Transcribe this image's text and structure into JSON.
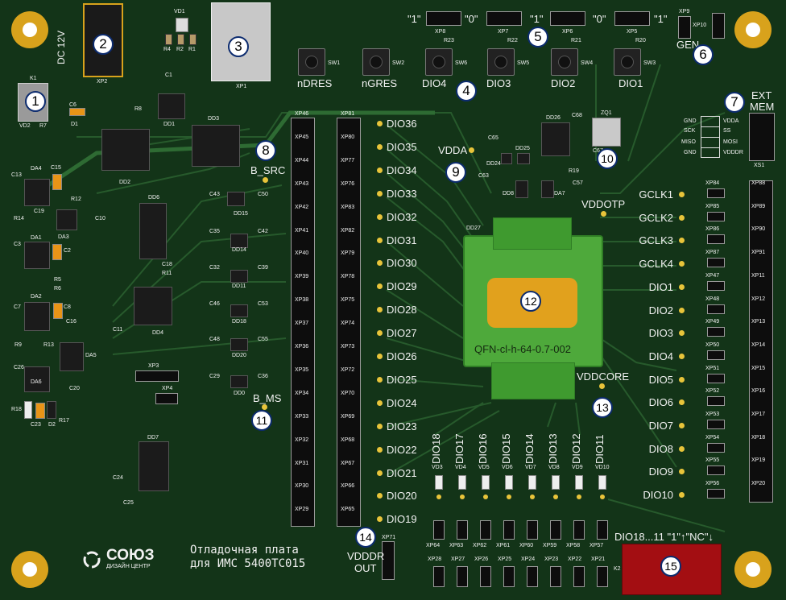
{
  "board": {
    "title_line1": "Отладочная плата",
    "title_line2": "для ИМС 5400ТС015",
    "brand": "СОЮЗ",
    "brand_sub": "ДИЗАЙН ЦЕНТР",
    "socket_label": "QFN-cl-h-64-0.7-002",
    "power_label": "DC 12V"
  },
  "callouts": [
    "1",
    "2",
    "3",
    "4",
    "5",
    "6",
    "7",
    "8",
    "9",
    "10",
    "11",
    "12",
    "13",
    "14",
    "15"
  ],
  "buttons": [
    {
      "name": "nDRES",
      "ref": "SW1"
    },
    {
      "name": "nGRES",
      "ref": "SW2"
    },
    {
      "name": "DIO4",
      "ref": "SW6"
    },
    {
      "name": "DIO3",
      "ref": "SW5"
    },
    {
      "name": "DIO2",
      "ref": "SW4"
    },
    {
      "name": "DIO1",
      "ref": "SW3"
    }
  ],
  "jumpers_top": [
    "\"1\"",
    "\"0\"",
    "\"1\"",
    "\"0\"",
    "\"1\""
  ],
  "jumper_refs": [
    "XP8",
    "XP7",
    "XP6",
    "XP5"
  ],
  "resistor_refs": [
    "R23",
    "R22",
    "R21",
    "R20"
  ],
  "left_dio": [
    "DIO36",
    "DIO35",
    "DIO34",
    "DIO33",
    "DIO32",
    "DIO31",
    "DIO30",
    "DIO29",
    "DIO28",
    "DIO27",
    "DIO26",
    "DIO25",
    "DIO24",
    "DIO23",
    "DIO22",
    "DIO21",
    "DIO20",
    "DIO19"
  ],
  "left_xp_a": [
    "XP46",
    "XP45",
    "XP44",
    "XP43",
    "XP42",
    "XP41",
    "XP40",
    "XP39",
    "XP38",
    "XP37",
    "XP36",
    "XP35",
    "XP34",
    "XP33",
    "XP32",
    "XP31",
    "XP30",
    "XP29"
  ],
  "left_xp_b": [
    "XP81",
    "XP80",
    "XP77",
    "XP76",
    "XP83",
    "XP82",
    "XP79",
    "XP78",
    "XP75",
    "XP74",
    "XP73",
    "XP72",
    "XP70",
    "XP69",
    "XP68",
    "XP67",
    "XP66",
    "XP65"
  ],
  "right_signals": [
    "GCLK1",
    "GCLK2",
    "GCLK3",
    "GCLK4",
    "DIO1",
    "DIO2",
    "DIO3",
    "DIO4",
    "DIO5",
    "DIO6",
    "DIO7",
    "DIO8",
    "DIO9",
    "DIO10"
  ],
  "right_xp_a": [
    "XP84",
    "XP85",
    "XP86",
    "XP87",
    "XP47",
    "XP48",
    "XP49",
    "XP50",
    "XP51",
    "XP52",
    "XP53",
    "XP54",
    "XP55",
    "XP56"
  ],
  "right_xp_b": [
    "XP88",
    "XP89",
    "XP90",
    "XP91",
    "XP11",
    "XP12",
    "XP13",
    "XP14",
    "XP15",
    "XP16",
    "XP17",
    "XP18",
    "XP19",
    "XP20"
  ],
  "bottom_dio": [
    "DIO18",
    "DIO17",
    "DIO16",
    "DIO15",
    "DIO14",
    "DIO13",
    "DIO12",
    "DIO11"
  ],
  "bottom_leds": [
    "VD3",
    "VD4",
    "VD5",
    "VD6",
    "VD7",
    "VD8",
    "VD9",
    "VD10"
  ],
  "bottom_xp_a": [
    "XP64",
    "XP63",
    "XP62",
    "XP61",
    "XP60",
    "XP59",
    "XP58",
    "XP57"
  ],
  "bottom_xp_b": [
    "XP28",
    "XP27",
    "XP26",
    "XP25",
    "XP24",
    "XP23",
    "XP22",
    "XP21"
  ],
  "labels": {
    "vdda": "VDDA",
    "vddotp": "VDDOTP",
    "vddcore": "VDDCORE",
    "vdddr_out_1": "VDDDR",
    "vdddr_out_2": "OUT",
    "b_src": "B_SRC",
    "b_ms": "B_MS",
    "gen": "GEN",
    "ext_mem_1": "EXT",
    "ext_mem_2": "MEM",
    "dio_note": "DIO18...11 \"1\"↑\"NC\"↓",
    "xp71": "XP71",
    "k2": "K2",
    "k1": "K1",
    "xs1": "XS1",
    "xp9": "XP9",
    "xp10": "XP10",
    "xp1": "XP1",
    "xp2": "XP2",
    "xp3": "XP3",
    "xp4": "XP4",
    "zq1": "ZQ1",
    "dd27": "DD27"
  },
  "mem_pins_left": [
    "GND",
    "SCK",
    "MISO",
    "GND"
  ],
  "mem_pins_right": [
    "VDDA",
    "SS",
    "MOSI",
    "VDDDR"
  ],
  "chips": {
    "dd1": "DD1",
    "dd2": "DD2",
    "dd3": "DD3",
    "dd4": "DD4",
    "dd6": "DD6",
    "dd7": "DD7",
    "dd8": "DD8",
    "dd24": "DD24",
    "dd25": "DD25",
    "dd26": "DD26",
    "da1": "DA1",
    "da2": "DA2",
    "da3": "DA3",
    "da4": "DA4",
    "da5": "DA5",
    "da6": "DA6",
    "da7": "DA7",
    "dd0": "DD0",
    "dd11": "DD11",
    "dd14": "DD14",
    "dd15": "DD15",
    "dd18": "DD18",
    "dd20": "DD20"
  },
  "small_refs": {
    "c1": "C1",
    "c6": "C6",
    "c10": "C10",
    "c11": "C11",
    "c13": "C13",
    "c15": "C15",
    "c16": "C16",
    "c19": "C19",
    "c2": "C2",
    "c3": "C3",
    "c7": "C7",
    "c8": "C8",
    "c18": "C18",
    "c20": "C20",
    "c23": "C23",
    "c24": "C24",
    "c25": "C25",
    "c26": "C26",
    "c29": "C29",
    "c32": "C32",
    "c35": "C35",
    "c36": "C36",
    "c39": "C39",
    "c42": "C42",
    "c43": "C43",
    "c46": "C46",
    "c48": "C48",
    "c50": "C50",
    "c53": "C53",
    "c55": "C55",
    "c57": "C57",
    "c63": "C63",
    "c65": "C65",
    "c67": "C67",
    "c68": "C68",
    "r1": "R1",
    "r2": "R2",
    "r4": "R4",
    "r5": "R5",
    "r6": "R6",
    "r7": "R7",
    "r8": "R8",
    "r9": "R9",
    "r11": "R11",
    "r12": "R12",
    "r13": "R13",
    "r14": "R14",
    "r17": "R17",
    "r18": "R18",
    "r19": "R19",
    "vd1": "VD1",
    "vd2": "VD2",
    "d1": "D1",
    "d2": "D2"
  },
  "colors": {
    "board": "#133418",
    "trace": "#275a2c",
    "silk": "#f2f2f2",
    "gold": "#d8a21c",
    "socket_green": "#4ea93b",
    "socket_orange": "#e1a11d",
    "relay_red": "#a30e12",
    "callout_border": "#0c2b6e"
  }
}
